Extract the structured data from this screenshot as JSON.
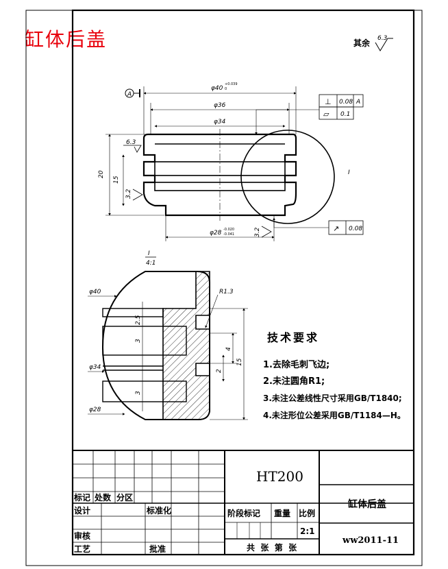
{
  "header": {
    "title": "缸体后盖",
    "roughness_note": "其余",
    "roughness_default": "6.3"
  },
  "section_view": {
    "datum": "A",
    "dims": {
      "d40": "φ40",
      "d40_tol_up": "+0.039",
      "d40_tol_lo": "0",
      "d36": "φ36",
      "d34": "φ34",
      "d28": "φ28",
      "d28_tol_up": "-0.020",
      "d28_tol_lo": "-0.041",
      "h20": "20",
      "h15": "15",
      "rough_top": "6.3",
      "rough_side": "3.2",
      "rough_bottom": "3.2",
      "detail_label": "I"
    },
    "tolerance_frames": [
      {
        "symbol": "⊥",
        "value": "0.08",
        "datum": "A"
      },
      {
        "symbol": "▱",
        "value": "0.1",
        "datum": ""
      },
      {
        "symbol": "↗",
        "value": "0.08",
        "datum": ""
      }
    ]
  },
  "detail_view": {
    "label": "I",
    "scale": "4:1",
    "dims": {
      "d40": "φ40",
      "d34": "φ34",
      "d28": "φ28",
      "r13": "R1.3",
      "g25": "2.5",
      "g3a": "3",
      "g3b": "3",
      "h2": "2",
      "h4": "4",
      "h15": "15"
    }
  },
  "tech_requirements": {
    "heading": "技术要求",
    "items": [
      "1.去除毛刺飞边;",
      "2.未注圆角R1;",
      "3.未注公差线性尺寸采用GB/T1840;",
      "4.未注形位公差采用GB/T1184—H。"
    ]
  },
  "title_block": {
    "material": "HT200",
    "part_name": "缸体后盖",
    "drawing_no": "ww2011-11",
    "scale": "2:1",
    "labels": {
      "marks": "标记",
      "count": "处数",
      "zone": "分区",
      "design": "设计",
      "standardize": "标准化",
      "stage_mark": "阶段标记",
      "weight": "重量",
      "ratio": "比例",
      "review": "审核",
      "process": "工艺",
      "approve": "批准",
      "sheets": "共  张  第  张"
    }
  }
}
